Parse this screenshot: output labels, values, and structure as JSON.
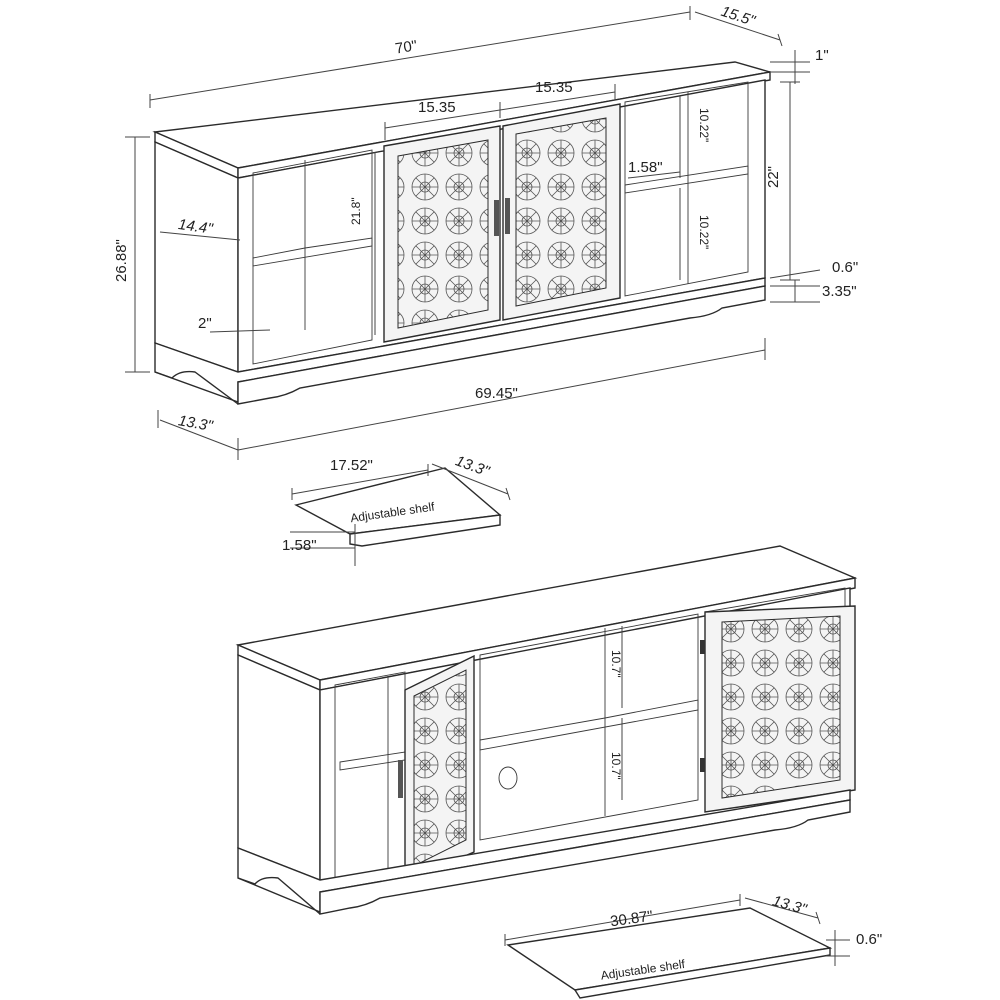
{
  "top_view": {
    "total_width": "70\"",
    "depth": "15.5\"",
    "top_thickness": "1\"",
    "door_width_left": "15.35",
    "door_width_right": "15.35",
    "inner_height_upper": "10.22\"",
    "inner_height_lower": "10.22\"",
    "shelf_thickness": "1.58\"",
    "cabinet_height": "22\"",
    "overall_height": "26.88\"",
    "side_depth": "14.4\"",
    "side_inner_height": "21.8\"",
    "side_panel": "2\"",
    "base_gap": "0.6\"",
    "base_height": "3.35\"",
    "base_width": "69.45\"",
    "base_depth": "13.3\""
  },
  "small_shelf": {
    "width": "17.52\"",
    "depth": "13.3\"",
    "label": "Adjustable shelf",
    "thickness": "1.58\""
  },
  "bottom_view": {
    "upper_height": "10.7\"",
    "lower_height": "10.7\""
  },
  "large_shelf": {
    "width": "30.87\"",
    "depth": "13.3\"",
    "label": "Adjustable shelf",
    "thickness": "0.6\""
  }
}
